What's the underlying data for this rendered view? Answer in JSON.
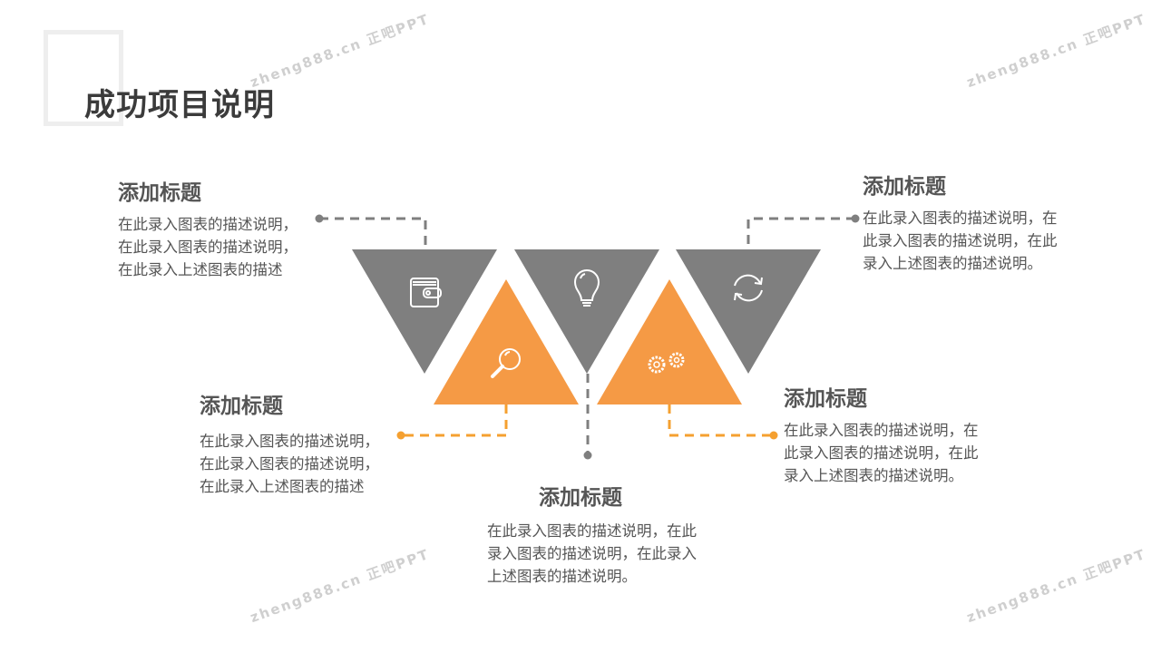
{
  "title": "成功项目说明",
  "watermark": "zheng888.cn 正吧PPT",
  "colors": {
    "gray": "#7f7f7f",
    "orange": "#f59a45",
    "text": "#555555"
  },
  "items": [
    {
      "heading": "添加标题",
      "lines": [
        "在此录入图表的描述说明，",
        "在此录入图表的描述说明，",
        "在此录入上述图表的描述"
      ],
      "icon": "wallet-icon"
    },
    {
      "heading": "添加标题",
      "lines": [
        "在此录入图表的描述说明，",
        "在此录入图表的描述说明，",
        "在此录入上述图表的描述"
      ],
      "icon": "search-icon"
    },
    {
      "heading": "添加标题",
      "lines": [
        "在此录入图表的描述说明，在此",
        "录入图表的描述说明，在此录入",
        "上述图表的描述说明。"
      ],
      "icon": "lightbulb-icon"
    },
    {
      "heading": "添加标题",
      "lines": [
        "在此录入图表的描述说明，在",
        "此录入图表的描述说明，在此",
        "录入上述图表的描述说明。"
      ],
      "icon": "gears-icon"
    },
    {
      "heading": "添加标题",
      "lines": [
        "在此录入图表的描述说明，在",
        "此录入图表的描述说明，在此",
        "录入上述图表的描述说明。"
      ],
      "icon": "refresh-icon"
    }
  ]
}
